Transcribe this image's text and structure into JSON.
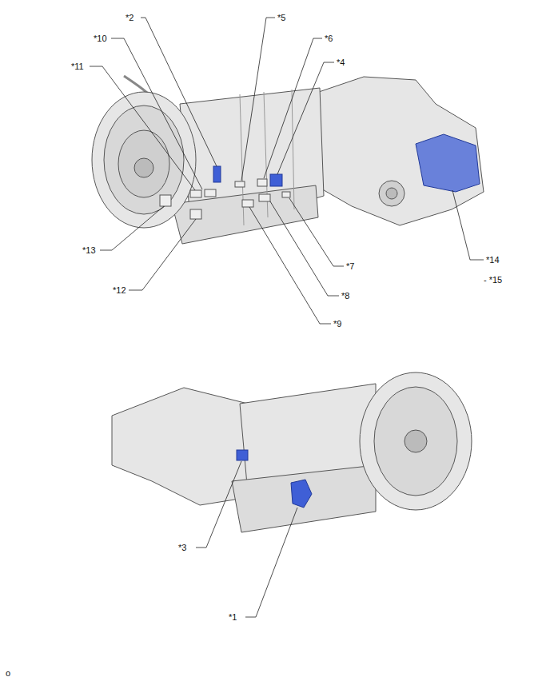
{
  "diagram": {
    "labels": [
      "*2",
      "*10",
      "*11",
      "*5",
      "*6",
      "*4",
      "*13",
      "*12",
      "*14",
      "- *15",
      "*7",
      "*8",
      "*9",
      "*3",
      "*1",
      "o"
    ]
  }
}
